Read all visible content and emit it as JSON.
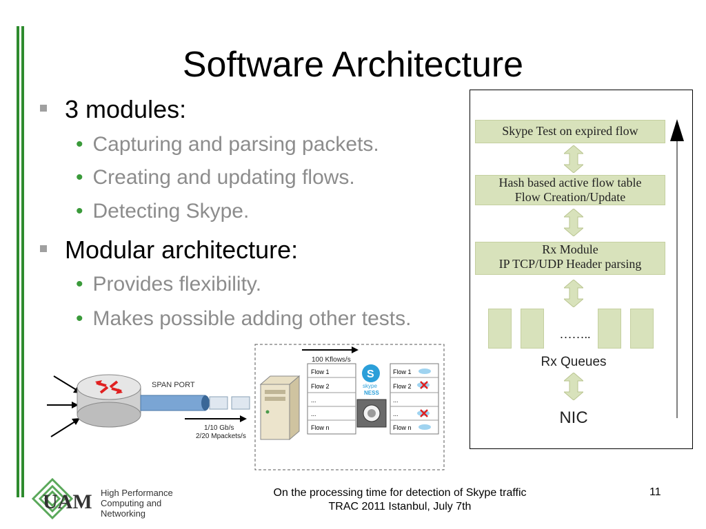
{
  "slide": {
    "title": "Software Architecture",
    "bullets": [
      {
        "text": "3 modules:",
        "sub": [
          "Capturing and parsing packets.",
          "Creating and updating flows.",
          "Detecting Skype."
        ]
      },
      {
        "text": "Modular architecture:",
        "sub": [
          "Provides flexibility.",
          "Makes possible adding other tests."
        ]
      }
    ]
  },
  "architecture": {
    "layer1": "Skype Test on expired flow",
    "layer2_line1": "Hash based active flow table",
    "layer2_line2": "Flow Creation/Update",
    "layer3_line1": "Rx Module",
    "layer3_line2": "IP TCP/UDP Header parsing",
    "dots": "……..",
    "rx_queues": "Rx Queues",
    "nic": "NIC"
  },
  "diagram": {
    "span_port": "SPAN PORT",
    "rate1": "1/10 Gb/s",
    "rate2": "2/20 Mpackets/s",
    "kflows": "100 Kflows/s",
    "flows_left": [
      "Flow 1",
      "Flow 2",
      "...",
      "...",
      "Flow n"
    ],
    "flows_right": [
      "Flow 1",
      "Flow 2",
      "...",
      "...",
      "Flow n"
    ],
    "skype_label": "skype",
    "ness_label": "NESS"
  },
  "footer": {
    "line1": "On the processing time for detection of Skype traffic",
    "line2": "TRAC 2011 Istanbul, July 7th",
    "page": "11",
    "logo_text": "UAM",
    "group_line1": "High Performance",
    "group_line2": "Computing and",
    "group_line3": "Networking"
  },
  "colors": {
    "green_bar": "#2e8b2e",
    "layer_fill": "#d8e2bb",
    "bullet_gray": "#8c8c8c"
  }
}
